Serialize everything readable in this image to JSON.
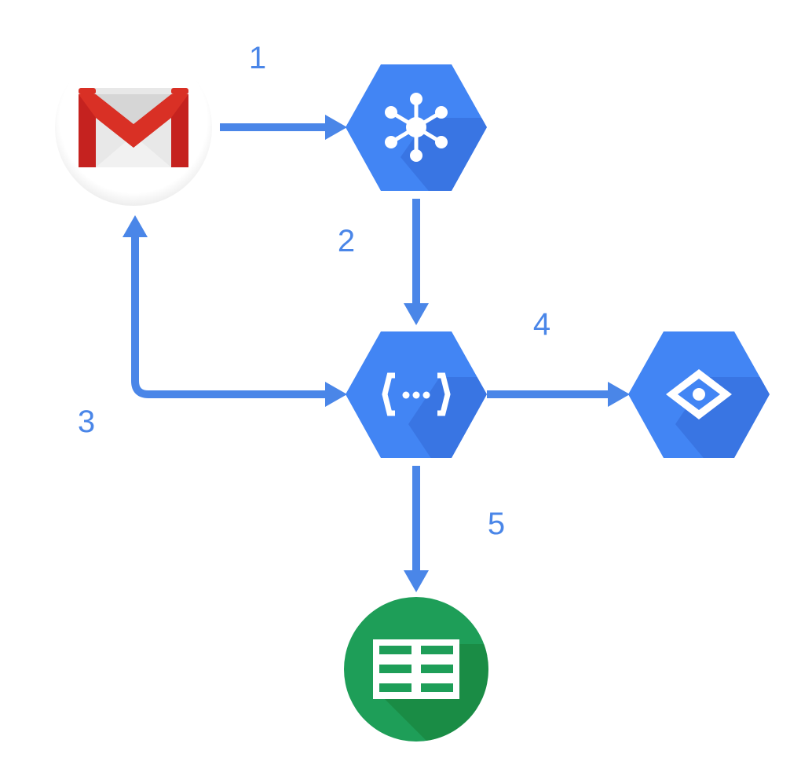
{
  "colors": {
    "arrow": "#4a86e8",
    "label": "#4a86e8",
    "hex_blue": "#4285f4",
    "hex_shadow": "#3367d6",
    "gmail_red": "#d93025",
    "gmail_red_dark": "#c5221f",
    "gmail_envelope": "#e8e8e8",
    "sheets_green": "#1e9e58",
    "sheets_green_dark": "#188038",
    "icon_white": "#ffffff"
  },
  "nodes": [
    {
      "id": "gmail",
      "icon": "gmail-icon"
    },
    {
      "id": "pubsub",
      "icon": "pubsub-icon"
    },
    {
      "id": "cloud-functions",
      "icon": "cloud-functions-icon"
    },
    {
      "id": "vision",
      "icon": "vision-icon"
    },
    {
      "id": "sheets",
      "icon": "sheets-icon"
    }
  ],
  "steps": [
    {
      "label": "1"
    },
    {
      "label": "2"
    },
    {
      "label": "3"
    },
    {
      "label": "4"
    },
    {
      "label": "5"
    }
  ]
}
